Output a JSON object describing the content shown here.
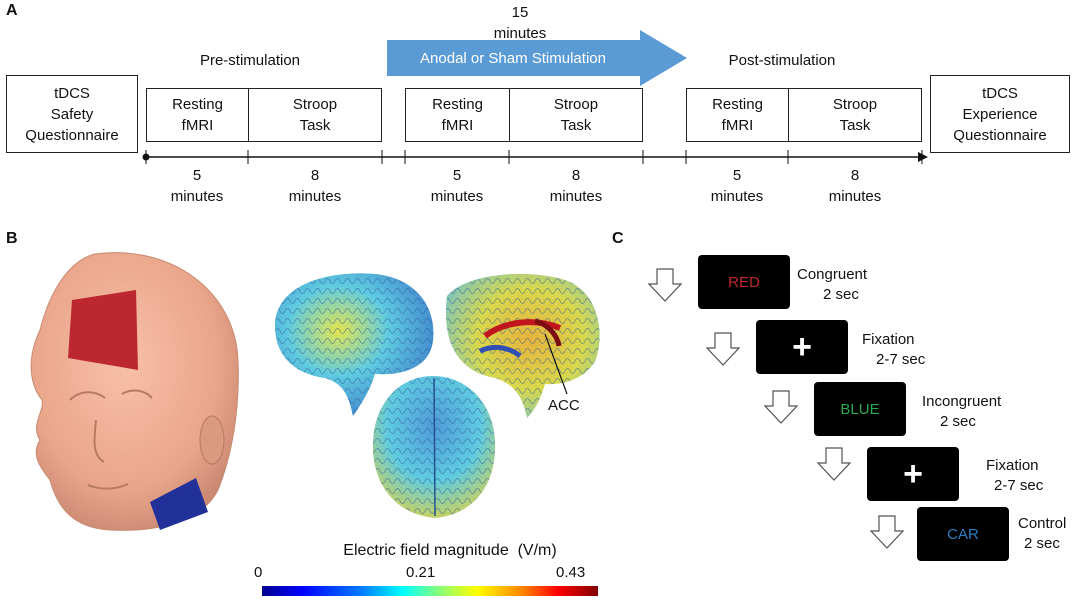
{
  "panel_a": {
    "letter": "A",
    "pre_label": "Pre-stimulation",
    "post_label": "Post-stimulation",
    "stim_duration": "15\nminutes",
    "stim_label": "Anodal or Sham Stimulation",
    "safety_box": "tDCS\nSafety\nQuestionnaire",
    "experience_box": "tDCS\nExperience\nQuestionnaire",
    "resting": "Resting\nfMRI",
    "stroop": "Stroop\nTask",
    "dur_5": "5\nminutes",
    "dur_8": "8\nminutes",
    "arrow_color": "#5b9bd5"
  },
  "panel_b": {
    "letter": "B",
    "acc_label": "ACC",
    "colorbar_title": "Electric field magnitude  (V/m)",
    "colorbar_min": "0",
    "colorbar_mid": "0.21",
    "colorbar_max": "0.43"
  },
  "panel_c": {
    "letter": "C",
    "trials": [
      {
        "stim": "RED",
        "stim_color": "#c0272d",
        "name": "Congruent",
        "dur": "2 sec"
      },
      {
        "stim": "+",
        "stim_color": "#ffffff",
        "name": "Fixation",
        "dur": "2-7 sec"
      },
      {
        "stim": "BLUE",
        "stim_color": "#2fa84f",
        "name": "Incongruent",
        "dur": "2 sec"
      },
      {
        "stim": "+",
        "stim_color": "#ffffff",
        "name": "Fixation",
        "dur": "2-7 sec"
      },
      {
        "stim": "CAR",
        "stim_color": "#2f7bc4",
        "name": "Control",
        "dur": "2 sec"
      }
    ]
  }
}
